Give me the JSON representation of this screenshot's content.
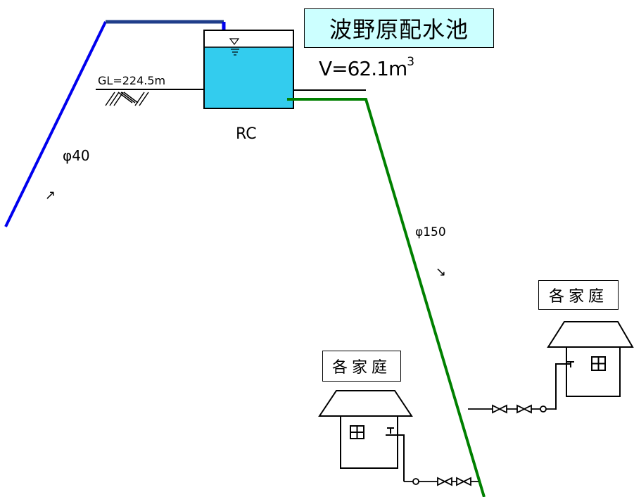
{
  "title": "波野原配水池",
  "volume_label": "V=62.1m",
  "volume_sup": "3",
  "ground_level": "GL=224.5m",
  "material": "RC",
  "pipe_in": "φ40",
  "pipe_out": "φ150",
  "arrow_in": "↗",
  "arrow_out": "↘",
  "houses": [
    {
      "label": "各家庭"
    },
    {
      "label": "各家庭"
    }
  ],
  "colors": {
    "inflow_pipe": "#0000ee",
    "inflow_pipe_top": "#1f3d8a",
    "outflow_pipe": "#008000",
    "water": "#33ccee",
    "title_bg": "#ccffff"
  }
}
